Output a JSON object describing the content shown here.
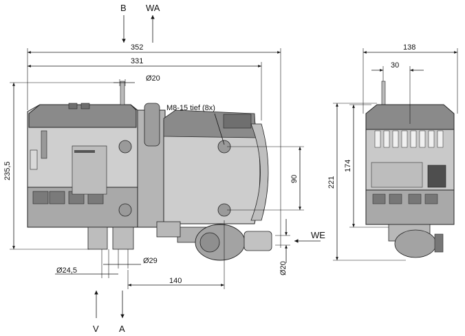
{
  "flow_labels": {
    "b": "B",
    "wa": "WA",
    "we": "WE",
    "v": "V",
    "a": "A"
  },
  "dimensions": {
    "overall_length": "352",
    "body_length": "331",
    "exhaust_diameter": "Ø20",
    "mount_thread": "M8-15 tief (8x)",
    "overall_height": "235,5",
    "mount_spacing": "90",
    "inlet_diameter": "Ø24,5",
    "outlet_diameter": "Ø29",
    "water_offset": "140",
    "water_diameter": "Ø20",
    "overall_width": "138",
    "pipe_offset": "30",
    "side_height": "221",
    "side_body_height": "174"
  },
  "colors": {
    "body_gray": "#c9c9c9",
    "dark_gray": "#7a7a7a",
    "mid_gray": "#a8a8a8",
    "light_gray": "#e4e4e4",
    "line": "#111111"
  }
}
